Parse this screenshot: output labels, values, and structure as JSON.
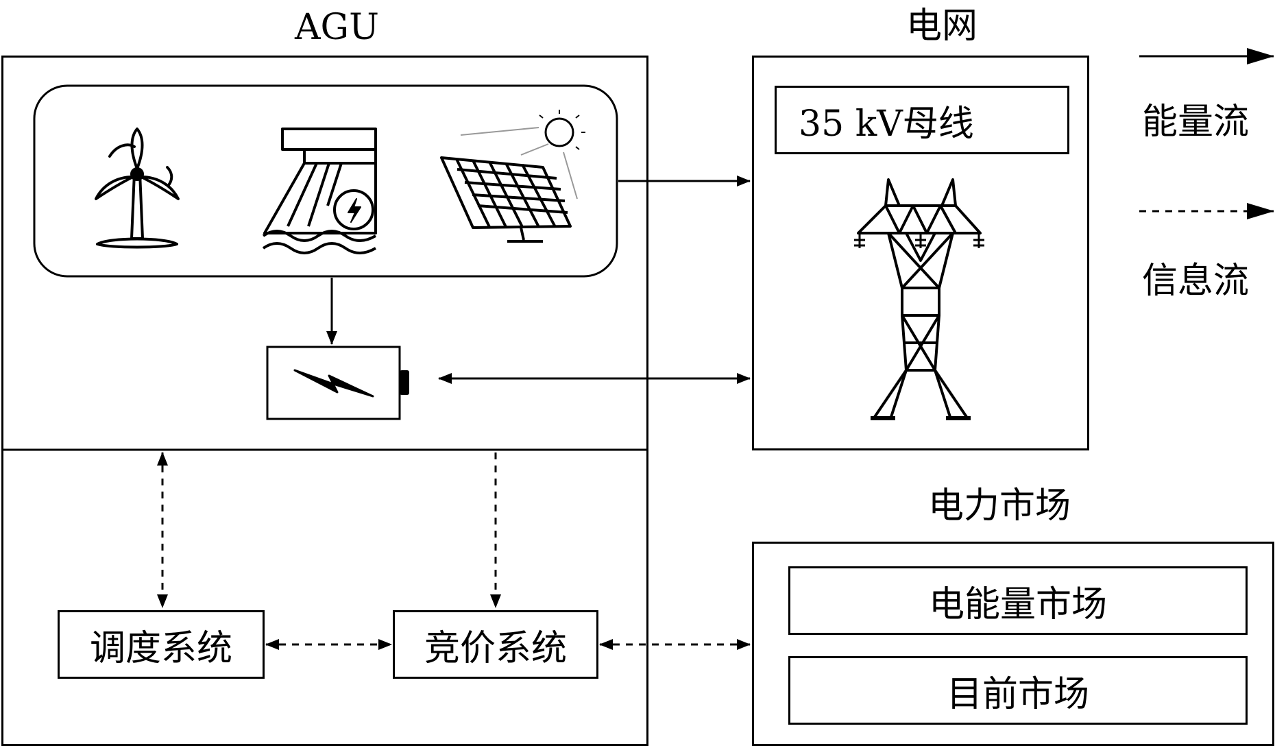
{
  "agu": {
    "title": "AGU",
    "dispatch_label": "调度系统",
    "bidding_label": "竞价系统",
    "sources": [
      "wind-turbine-icon",
      "hydro-station-icon",
      "solar-panel-icon"
    ],
    "storage": "battery-icon"
  },
  "grid": {
    "title": "电网",
    "bus_label": "35 kV母线",
    "tower": "transmission-tower-icon"
  },
  "market": {
    "title": "电力市场",
    "energy_market_label": "电能量市场",
    "day_ahead_label": "目前市场"
  },
  "legend": {
    "energy_flow": "能量流",
    "info_flow": "信息流"
  }
}
